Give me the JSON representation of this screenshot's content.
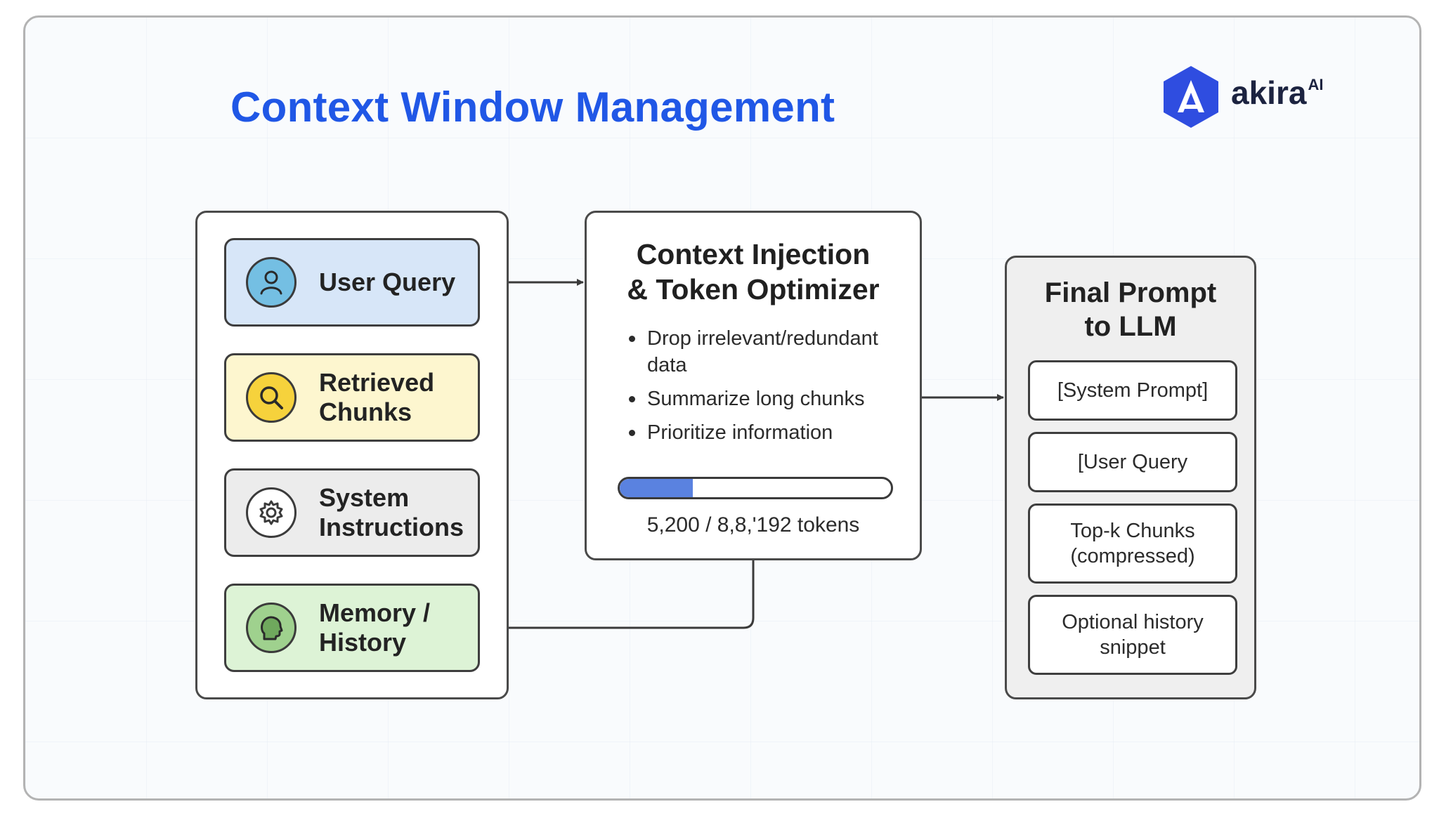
{
  "title": "Context Window Management",
  "brand": {
    "name": "akira",
    "superscript": "AI",
    "color": "#2f4de0",
    "icon": "akira-logo-icon"
  },
  "sources": [
    {
      "label": "User Query",
      "icon": "user-icon",
      "fill": "#d7e6f8",
      "icon_fill": "#74bfe3"
    },
    {
      "label": "Retrieved\nChunks",
      "icon": "search-icon",
      "fill": "#fdf6cf",
      "icon_fill": "#f6d23c"
    },
    {
      "label": "System\nInstructions",
      "icon": "gear-icon",
      "fill": "#ececec",
      "icon_fill": "#ffffff"
    },
    {
      "label": "Memory /\nHistory",
      "icon": "head-icon",
      "fill": "#ddf3d6",
      "icon_fill": "#9fd18e"
    }
  ],
  "optimizer": {
    "title": "Context Injection\n& Token Optimizer",
    "bullets": [
      "Drop irrelevant/redundant data",
      "Summarize long chunks",
      "Prioritize information"
    ],
    "usage_fraction": 0.27,
    "bar_color": "#5a82e0",
    "tokens_label": "5,200 / 8,8,'192 tokens"
  },
  "final": {
    "title": "Final Prompt\nto LLM",
    "items": [
      "[System Prompt]",
      "[User Query",
      "Top-k Chunks\n(compressed)",
      "Optional history\nsnippet"
    ]
  }
}
